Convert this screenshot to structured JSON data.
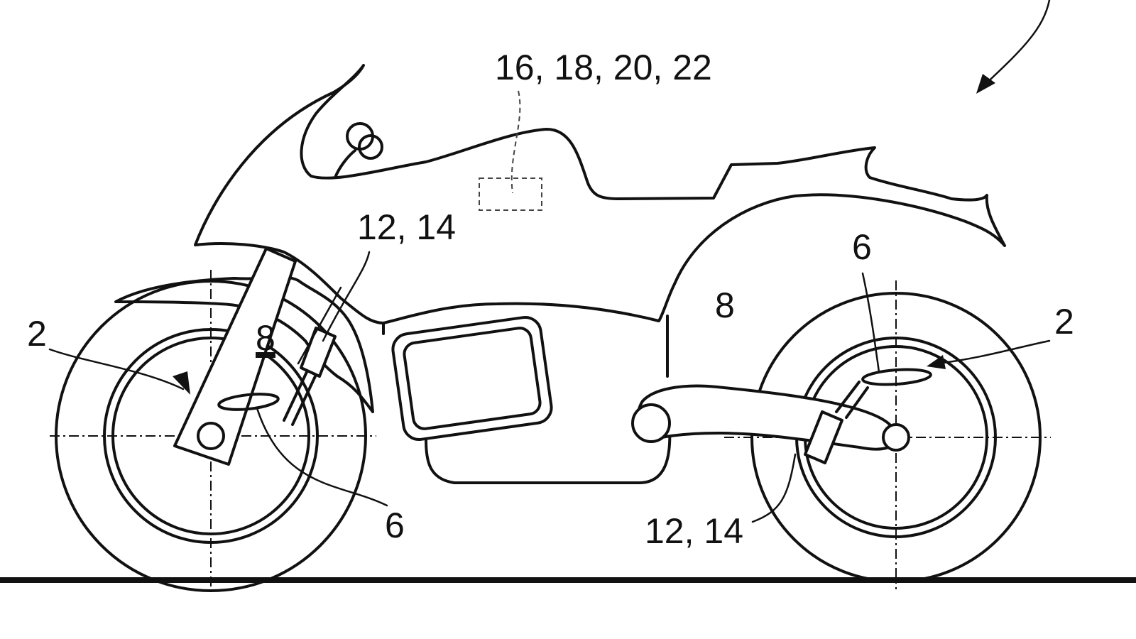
{
  "figure": {
    "description_labels": {
      "sensor_group": "16, 18, 20, 22",
      "front_damper": "12, 14",
      "rear_damper": "12, 14",
      "front_wheel": "2",
      "rear_wheel": "2",
      "front_sensor": "6",
      "rear_sensor": "6",
      "front_suspension": "8",
      "rear_swingarm": "8"
    },
    "colors": {
      "line": "#111111",
      "background": "#ffffff"
    }
  }
}
